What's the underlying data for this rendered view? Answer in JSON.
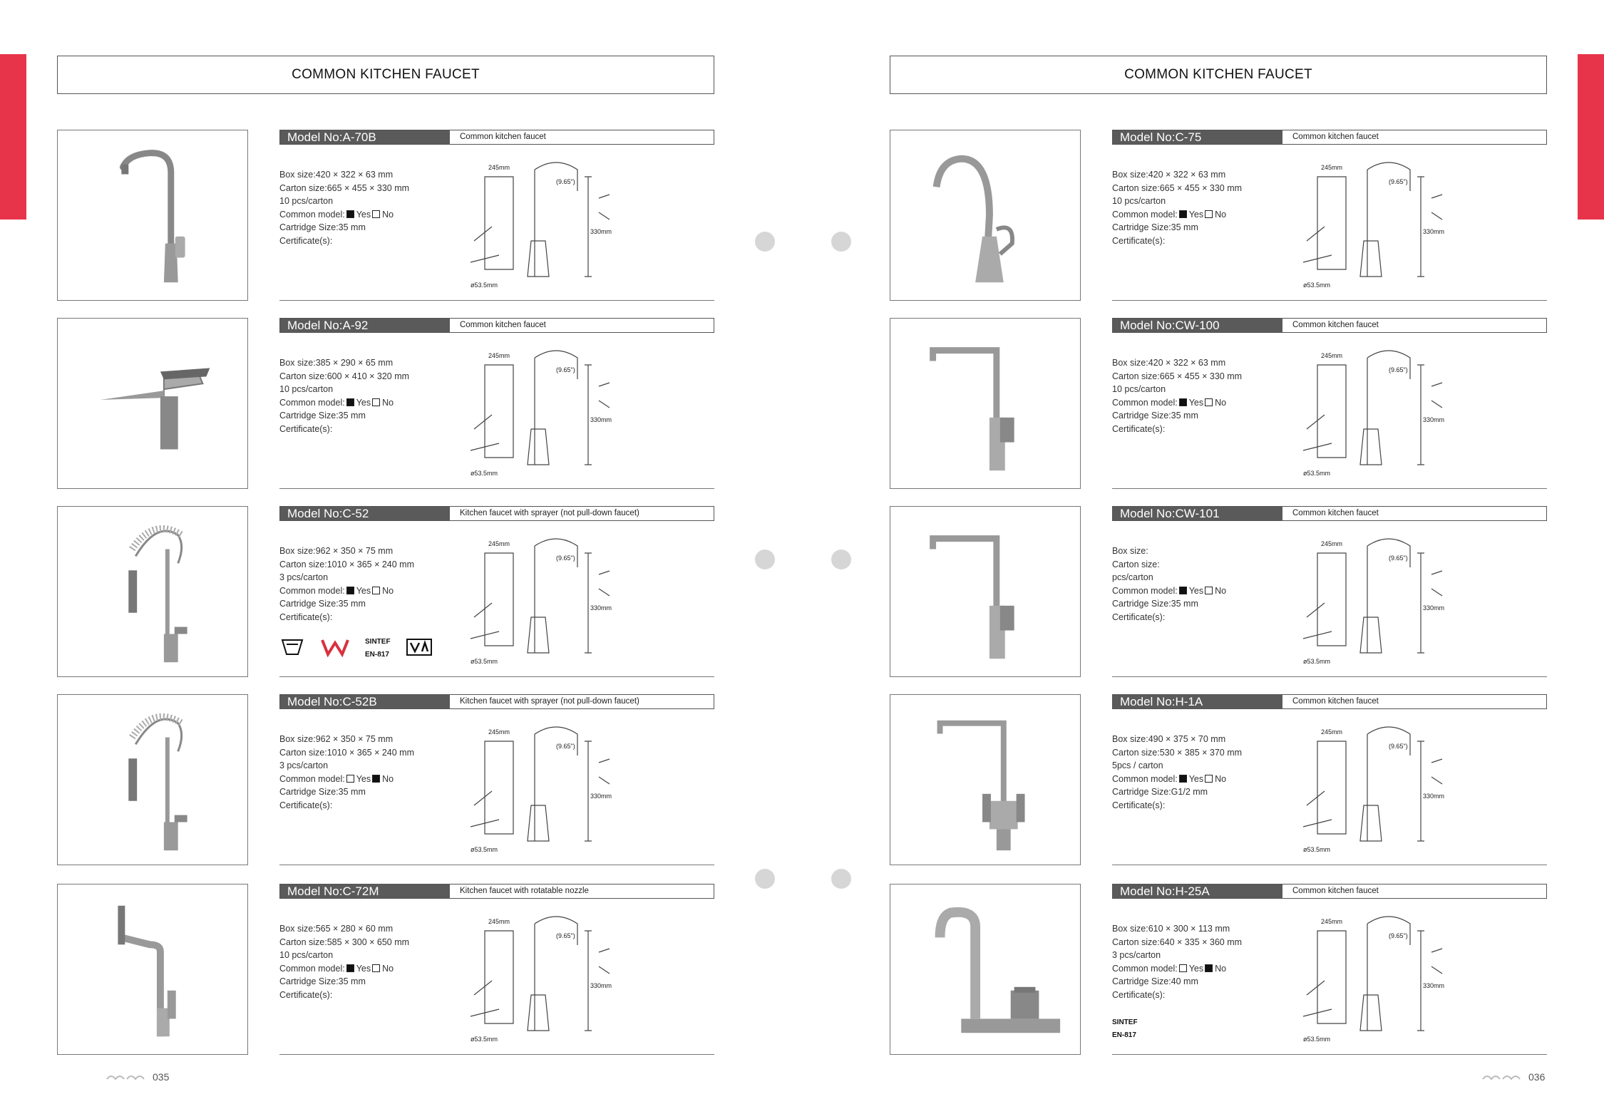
{
  "header": {
    "left_title": "COMMON KITCHEN FAUCET",
    "right_title": "COMMON KITCHEN FAUCET"
  },
  "labels": {
    "common_model": "Common model:",
    "yes": "Yes",
    "no": "No",
    "certificates": "Certificate(s):"
  },
  "left_products": [
    {
      "model": "Model No:A-70B",
      "desc": "Common kitchen faucet",
      "box": "Box size:420 × 322 × 63 mm",
      "carton": "Carton size:665 × 455 × 330 mm",
      "pcs": "10 pcs/carton",
      "common_model": "yes",
      "cartridge": "Cartridge Size:35 mm",
      "icon": "gooseneck-faucet-icon"
    },
    {
      "model": "Model No:A-92",
      "desc": "Common kitchen faucet",
      "box": "Box size:385 × 290 × 65 mm",
      "carton": "Carton size:600 × 410 × 320 mm",
      "pcs": "10 pcs/carton",
      "common_model": "yes",
      "cartridge": "Cartridge Size:35 mm",
      "icon": "basin-faucet-icon"
    },
    {
      "model": "Model No:C-52",
      "desc": "Kitchen faucet with sprayer (not pull-down faucet)",
      "box": "Box size:962 × 350 × 75 mm",
      "carton": "Carton size:1010 × 365 × 240 mm",
      "pcs": "3 pcs/carton",
      "common_model": "yes",
      "cartridge": "Cartridge Size:35 mm",
      "icon": "spring-faucet-icon"
    },
    {
      "model": "Model No:C-52B",
      "desc": "Kitchen faucet with sprayer (not pull-down faucet)",
      "box": "Box size:962 × 350 × 75 mm",
      "carton": "Carton size:1010 × 365 × 240 mm",
      "pcs": "3 pcs/carton",
      "common_model": "no",
      "cartridge": "Cartridge Size:35 mm",
      "icon": "spring-faucet-icon"
    },
    {
      "model": "Model No:C-72M",
      "desc": "Kitchen faucet with rotatable nozzle",
      "box": "Box size:565 × 280 × 60 mm",
      "carton": "Carton size:585 × 300 × 650 mm",
      "pcs": "10 pcs/carton",
      "common_model": "yes",
      "cartridge": "Cartridge Size:35 mm",
      "icon": "rotatable-faucet-icon"
    }
  ],
  "right_products": [
    {
      "model": "Model No:C-75",
      "desc": "Common kitchen faucet",
      "box": "Box size:420 × 322 × 63 mm",
      "carton": "Carton size:665 × 455 × 330 mm",
      "pcs": "10 pcs/carton",
      "common_model": "yes",
      "cartridge": "Cartridge Size:35 mm",
      "icon": "curved-faucet-icon"
    },
    {
      "model": "Model No:CW-100",
      "desc": "Common kitchen faucet",
      "box": "Box size:420 × 322 × 63 mm",
      "carton": "Carton size:665 × 455 × 330 mm",
      "pcs": "10 pcs/carton",
      "common_model": "yes",
      "cartridge": "Cartridge Size:35 mm",
      "icon": "square-faucet-icon"
    },
    {
      "model": "Model No:CW-101",
      "desc": "Common kitchen faucet",
      "box": "Box size:",
      "carton": "Carton size:",
      "pcs": "pcs/carton",
      "common_model": "yes",
      "cartridge": "Cartridge Size:35 mm",
      "icon": "square-faucet-icon"
    },
    {
      "model": "Model No:H-1A",
      "desc": "Common kitchen faucet",
      "box": "Box size:490 × 375 × 70 mm",
      "carton": "Carton size:530 × 385 × 370 mm",
      "pcs": "5pcs / carton",
      "common_model": "yes",
      "cartridge": "Cartridge Size:G1/2 mm",
      "icon": "dual-handle-faucet-icon"
    },
    {
      "model": "Model No:H-25A",
      "desc": "Common kitchen faucet",
      "box": "Box size:610 × 300 × 113 mm",
      "carton": "Carton size:640 × 335 × 360 mm",
      "pcs": "3 pcs/carton",
      "common_model": "no",
      "cartridge": "Cartridge Size:40 mm",
      "icon": "deck-faucet-icon"
    }
  ],
  "certs": {
    "c52": [
      "watermark-cert-icon",
      "w-cert-icon",
      "SINTEF",
      "EN-817",
      "va-cert-icon"
    ],
    "h25a": [
      "SINTEF",
      "EN-817"
    ]
  },
  "footer": {
    "left_page": "035",
    "right_page": "036"
  }
}
